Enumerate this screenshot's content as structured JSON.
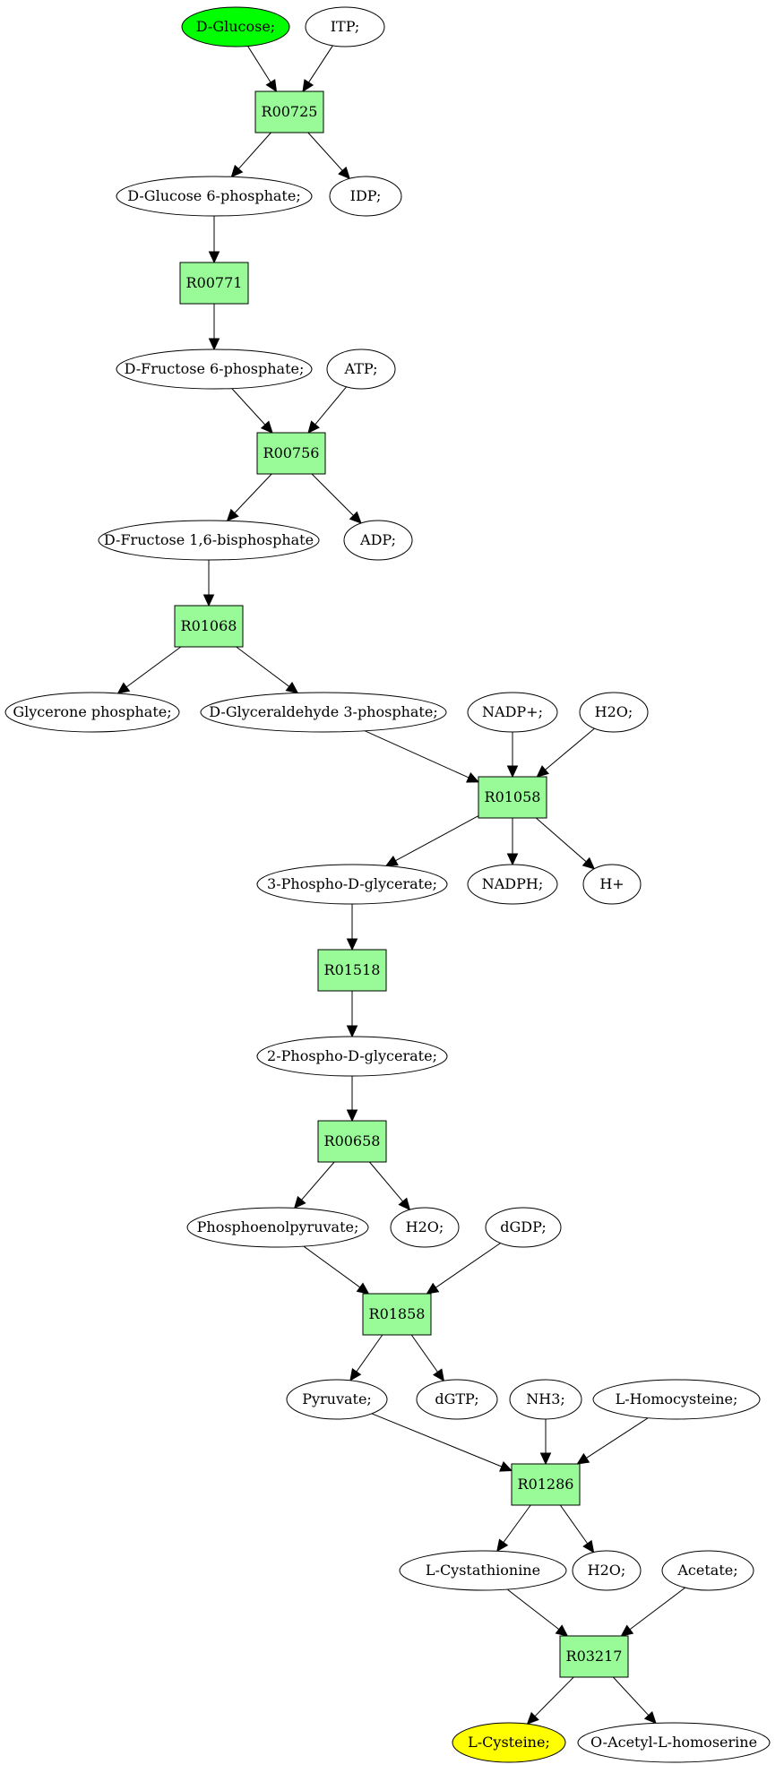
{
  "colors": {
    "reaction": "#98fb98",
    "compound": "#ffffff",
    "start": "#00ff00",
    "end": "#ffff00"
  },
  "nodes": {
    "c_glucose": {
      "label": "D-Glucose;",
      "kind": "compound",
      "role": "start"
    },
    "c_itp": {
      "label": "ITP;",
      "kind": "compound"
    },
    "r00725": {
      "label": "R00725",
      "kind": "reaction"
    },
    "c_g6p": {
      "label": "D-Glucose 6-phosphate;",
      "kind": "compound"
    },
    "c_idp": {
      "label": "IDP;",
      "kind": "compound"
    },
    "r00771": {
      "label": "R00771",
      "kind": "reaction"
    },
    "c_f6p": {
      "label": "D-Fructose 6-phosphate;",
      "kind": "compound"
    },
    "c_atp": {
      "label": "ATP;",
      "kind": "compound"
    },
    "r00756": {
      "label": "R00756",
      "kind": "reaction"
    },
    "c_fbp": {
      "label": "D-Fructose 1,6-bisphosphate",
      "kind": "compound"
    },
    "c_adp": {
      "label": "ADP;",
      "kind": "compound"
    },
    "r01068": {
      "label": "R01068",
      "kind": "reaction"
    },
    "c_glycerone": {
      "label": "Glycerone phosphate;",
      "kind": "compound"
    },
    "c_gap": {
      "label": "D-Glyceraldehyde 3-phosphate;",
      "kind": "compound"
    },
    "c_nadp": {
      "label": "NADP+;",
      "kind": "compound"
    },
    "c_h2o_1": {
      "label": "H2O;",
      "kind": "compound"
    },
    "r01058": {
      "label": "R01058",
      "kind": "reaction"
    },
    "c_3pg": {
      "label": "3-Phospho-D-glycerate;",
      "kind": "compound"
    },
    "c_nadph": {
      "label": "NADPH;",
      "kind": "compound"
    },
    "c_hplus": {
      "label": "H+",
      "kind": "compound"
    },
    "r01518": {
      "label": "R01518",
      "kind": "reaction"
    },
    "c_2pg": {
      "label": "2-Phospho-D-glycerate;",
      "kind": "compound"
    },
    "r00658": {
      "label": "R00658",
      "kind": "reaction"
    },
    "c_pep": {
      "label": "Phosphoenolpyruvate;",
      "kind": "compound"
    },
    "c_h2o_2": {
      "label": "H2O;",
      "kind": "compound"
    },
    "c_dgdp": {
      "label": "dGDP;",
      "kind": "compound"
    },
    "r01858": {
      "label": "R01858",
      "kind": "reaction"
    },
    "c_pyruvate": {
      "label": "Pyruvate;",
      "kind": "compound"
    },
    "c_dgtp": {
      "label": "dGTP;",
      "kind": "compound"
    },
    "c_nh3": {
      "label": "NH3;",
      "kind": "compound"
    },
    "c_lhcys": {
      "label": "L-Homocysteine;",
      "kind": "compound"
    },
    "r01286": {
      "label": "R01286",
      "kind": "reaction"
    },
    "c_lcysta": {
      "label": "L-Cystathionine",
      "kind": "compound"
    },
    "c_h2o_3": {
      "label": "H2O;",
      "kind": "compound"
    },
    "c_acetate": {
      "label": "Acetate;",
      "kind": "compound"
    },
    "r03217": {
      "label": "R03217",
      "kind": "reaction"
    },
    "c_lcys": {
      "label": "L-Cysteine;",
      "kind": "compound",
      "role": "end"
    },
    "c_oahs": {
      "label": "O-Acetyl-L-homoserine",
      "kind": "compound"
    }
  },
  "edges": [
    [
      "c_glucose",
      "r00725"
    ],
    [
      "c_itp",
      "r00725"
    ],
    [
      "r00725",
      "c_g6p"
    ],
    [
      "r00725",
      "c_idp"
    ],
    [
      "c_g6p",
      "r00771"
    ],
    [
      "r00771",
      "c_f6p"
    ],
    [
      "c_f6p",
      "r00756"
    ],
    [
      "c_atp",
      "r00756"
    ],
    [
      "r00756",
      "c_fbp"
    ],
    [
      "r00756",
      "c_adp"
    ],
    [
      "c_fbp",
      "r01068"
    ],
    [
      "r01068",
      "c_glycerone"
    ],
    [
      "r01068",
      "c_gap"
    ],
    [
      "c_gap",
      "r01058"
    ],
    [
      "c_nadp",
      "r01058"
    ],
    [
      "c_h2o_1",
      "r01058"
    ],
    [
      "r01058",
      "c_3pg"
    ],
    [
      "r01058",
      "c_nadph"
    ],
    [
      "r01058",
      "c_hplus"
    ],
    [
      "c_3pg",
      "r01518"
    ],
    [
      "r01518",
      "c_2pg"
    ],
    [
      "c_2pg",
      "r00658"
    ],
    [
      "r00658",
      "c_pep"
    ],
    [
      "r00658",
      "c_h2o_2"
    ],
    [
      "c_pep",
      "r01858"
    ],
    [
      "c_dgdp",
      "r01858"
    ],
    [
      "r01858",
      "c_pyruvate"
    ],
    [
      "r01858",
      "c_dgtp"
    ],
    [
      "c_pyruvate",
      "r01286"
    ],
    [
      "c_nh3",
      "r01286"
    ],
    [
      "c_lhcys",
      "r01286"
    ],
    [
      "r01286",
      "c_lcysta"
    ],
    [
      "r01286",
      "c_h2o_3"
    ],
    [
      "c_lcysta",
      "r03217"
    ],
    [
      "c_acetate",
      "r03217"
    ],
    [
      "r03217",
      "c_lcys"
    ],
    [
      "r03217",
      "c_oahs"
    ]
  ]
}
